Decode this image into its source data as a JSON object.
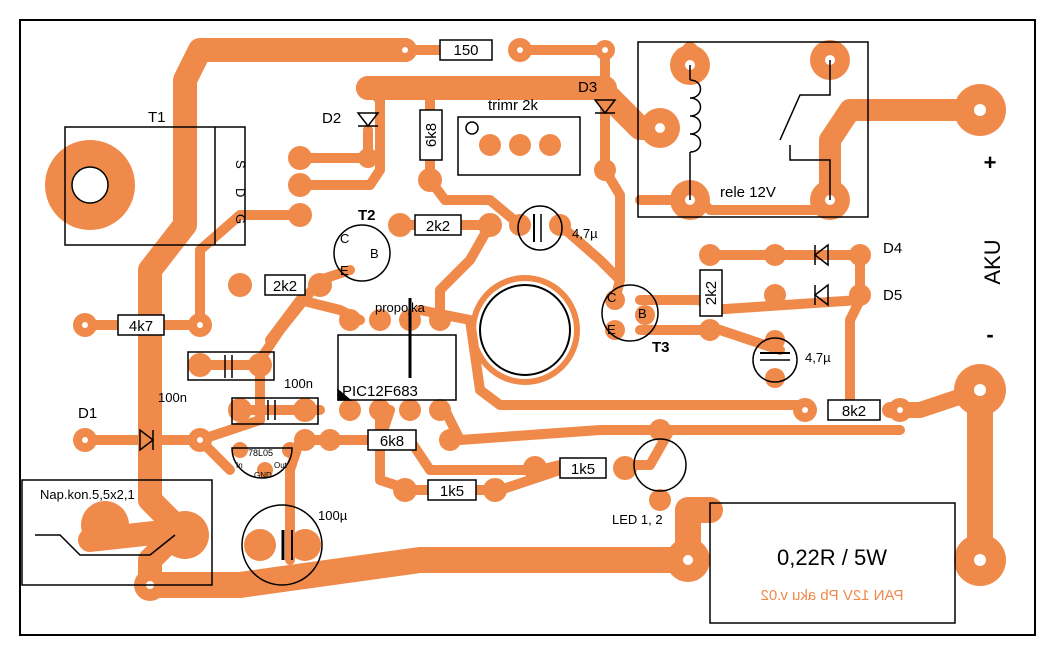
{
  "colors": {
    "copper": "#f08a4b",
    "silk": "#000000",
    "board_bg": "#ffffff",
    "mirrored_text": "#f08a4b"
  },
  "components": {
    "resistor_150": "150",
    "resistor_6k8_top": "6k8",
    "resistor_2k2_t2": "2k2",
    "resistor_2k2_left": "2k2",
    "resistor_4k7": "4k7",
    "resistor_2k2_right": "2k2",
    "resistor_8k2": "8k2",
    "resistor_6k8_bottom": "6k8",
    "resistor_1k5_a": "1k5",
    "resistor_1k5_b": "1k5",
    "trimmer": "trimr 2k",
    "diode_d1": "D1",
    "diode_d2": "D2",
    "diode_d3": "D3",
    "diode_d4": "D4",
    "diode_d5": "D5",
    "transistor_t1": "T1",
    "transistor_t2": "T2",
    "transistor_t3": "T3",
    "t1_pin_s": "S",
    "t1_pin_d": "D",
    "t1_pin_g": "G",
    "pin_c": "C",
    "pin_b": "B",
    "pin_e": "E",
    "cap_100n_a": "100n",
    "cap_100n_b": "100n",
    "cap_100u": "100µ",
    "cap_4u7_a": "4,7µ",
    "cap_4u7_b": "4,7µ",
    "ic_pic": "PIC12F683",
    "jumper": "propojka",
    "regulator": "78L05",
    "reg_in": "In",
    "reg_out": "Out",
    "reg_gnd": "GND",
    "relay": "rele 12V",
    "connector": "Nap.kon.5,5x2,1",
    "led": "LED 1, 2",
    "shunt": "0,22R / 5W",
    "board_title": "PAN 12V Pb aku v.02",
    "battery_label": "AKU",
    "plus": "+",
    "minus": "-"
  }
}
